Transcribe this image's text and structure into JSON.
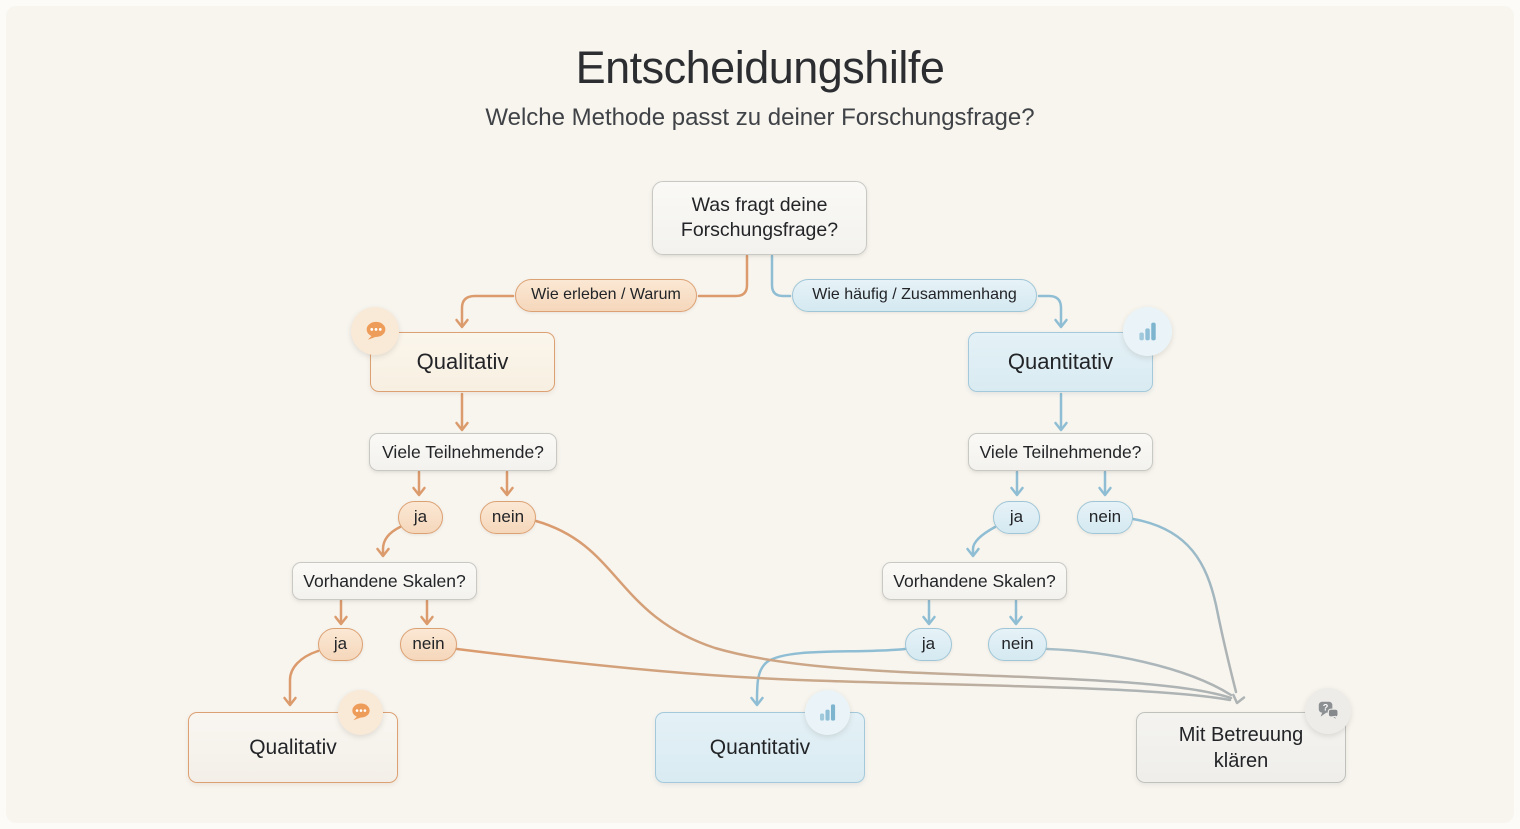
{
  "title": "Entscheidungshilfe",
  "subtitle": "Welche Methode passt zu deiner Forschungsfrage?",
  "root_question": "Was fragt deine Forschungsfrage?",
  "answers": {
    "yes": "ja",
    "no": "nein"
  },
  "branches": {
    "qualitative": {
      "edge_label": "Wie erleben / Warum",
      "node_label": "Qualitativ",
      "icon": "speech-bubble",
      "question_participants": "Viele Teilnehmende?",
      "question_scales": "Vorhandene Skalen?"
    },
    "quantitative": {
      "edge_label": "Wie häufig / Zusammenhang",
      "node_label": "Quantitativ",
      "icon": "bar-chart",
      "question_participants": "Viele Teilnehmende?",
      "question_scales": "Vorhandene Skalen?"
    }
  },
  "results": {
    "qualitative": {
      "label": "Qualitativ",
      "icon": "speech-bubble"
    },
    "quantitative": {
      "label": "Quantitativ",
      "icon": "bar-chart"
    },
    "supervision": {
      "label": "Mit Betreuung klären",
      "icon": "question-speech-bubbles"
    }
  },
  "icon_glyphs": {
    "question_mark": "?"
  },
  "colors": {
    "background": "#F8F5EF",
    "qualitative_accent": "#DB9B6D",
    "quantitative_accent": "#8FBED4",
    "neutral_accent": "#AEB3B4",
    "text": "#26282B"
  }
}
